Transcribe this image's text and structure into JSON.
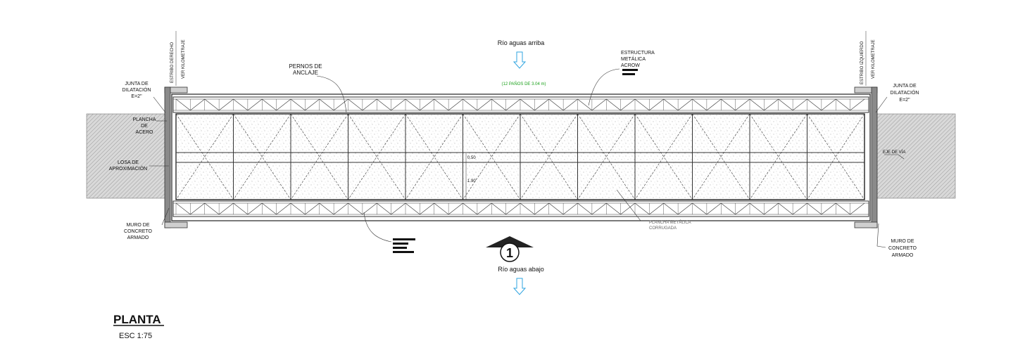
{
  "flow": {
    "upstream": "Río aguas arriba",
    "downstream": "Río aguas abajo"
  },
  "panels_note": "(12 PAÑOS DE 3.04 m)",
  "labels": {
    "pernos_1": "PERNOS DE",
    "pernos_2": "ANCLAJE",
    "estructura_1": "ESTRUCTURA",
    "estructura_2": "METÁLICA",
    "estructura_3": "ACROW",
    "junta_left_1": "JUNTA DE",
    "junta_left_2": "DILATACIÓN",
    "junta_left_3": "E=2\"",
    "junta_right_1": "JUNTA DE",
    "junta_right_2": "DILATACIÓN",
    "junta_right_3": "E=2\"",
    "plancha_1": "PLANCHA",
    "plancha_2": "DE",
    "plancha_3": "ACERO",
    "losa_1": "LOSA DE",
    "losa_2": "APROXIMACIÓN",
    "muro_left_1": "MURO DE",
    "muro_left_2": "CONCRETO",
    "muro_left_3": "ARMADO",
    "muro_right_1": "MURO DE",
    "muro_right_2": "CONCRETO",
    "muro_right_3": "ARMADO",
    "estribo_left_1": "ESTRIBO DERECHO",
    "estribo_left_2": "VER KILOMETRAJE",
    "estribo_right_1": "ESTRIBO IZQUIERDO",
    "estribo_right_2": "VER KILOMETRAJE",
    "eje_via": "EJE DE VÍA",
    "plancha_corrugada_1": "PLANCHA METÁLICA",
    "plancha_corrugada_2": "CORRUGADA",
    "dim_1": "0.50",
    "dim_2": "1.90"
  },
  "section_marker": "1",
  "title": "PLANTA",
  "scale": "ESC  1:75"
}
